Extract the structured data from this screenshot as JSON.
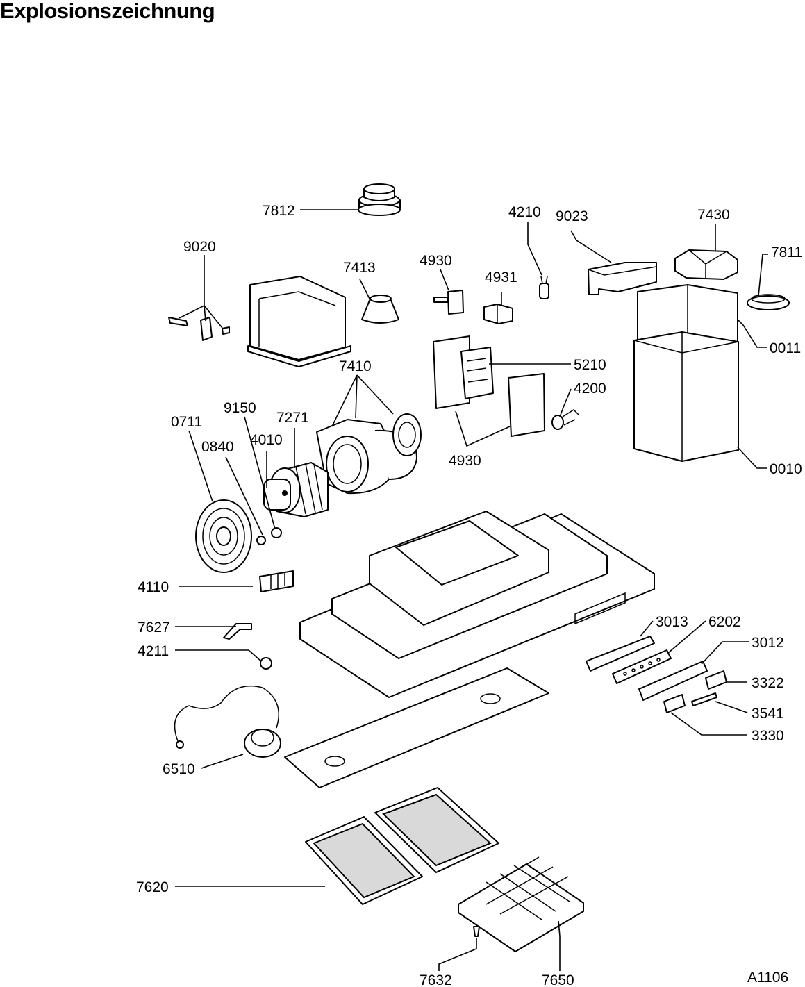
{
  "title": "Explosionszeichnung",
  "drawing_code": "A1106",
  "parts": {
    "p7812": "7812",
    "p9020": "9020",
    "p7413": "7413",
    "p4930a": "4930",
    "p4210": "4210",
    "p9023": "9023",
    "p7430": "7430",
    "p7811": "7811",
    "p4931": "4931",
    "p0011": "0011",
    "p7410": "7410",
    "p5210": "5210",
    "p9150": "9150",
    "p7271": "7271",
    "p4200": "4200",
    "p0711": "0711",
    "p0840": "0840",
    "p4010": "4010",
    "p4930b": "4930",
    "p0010": "0010",
    "p4110": "4110",
    "p7627": "7627",
    "p3013": "3013",
    "p6202": "6202",
    "p3012": "3012",
    "p4211": "4211",
    "p3322": "3322",
    "p3541": "3541",
    "p3330": "3330",
    "p6510": "6510",
    "p7620": "7620",
    "p7632": "7632",
    "p7650": "7650"
  }
}
